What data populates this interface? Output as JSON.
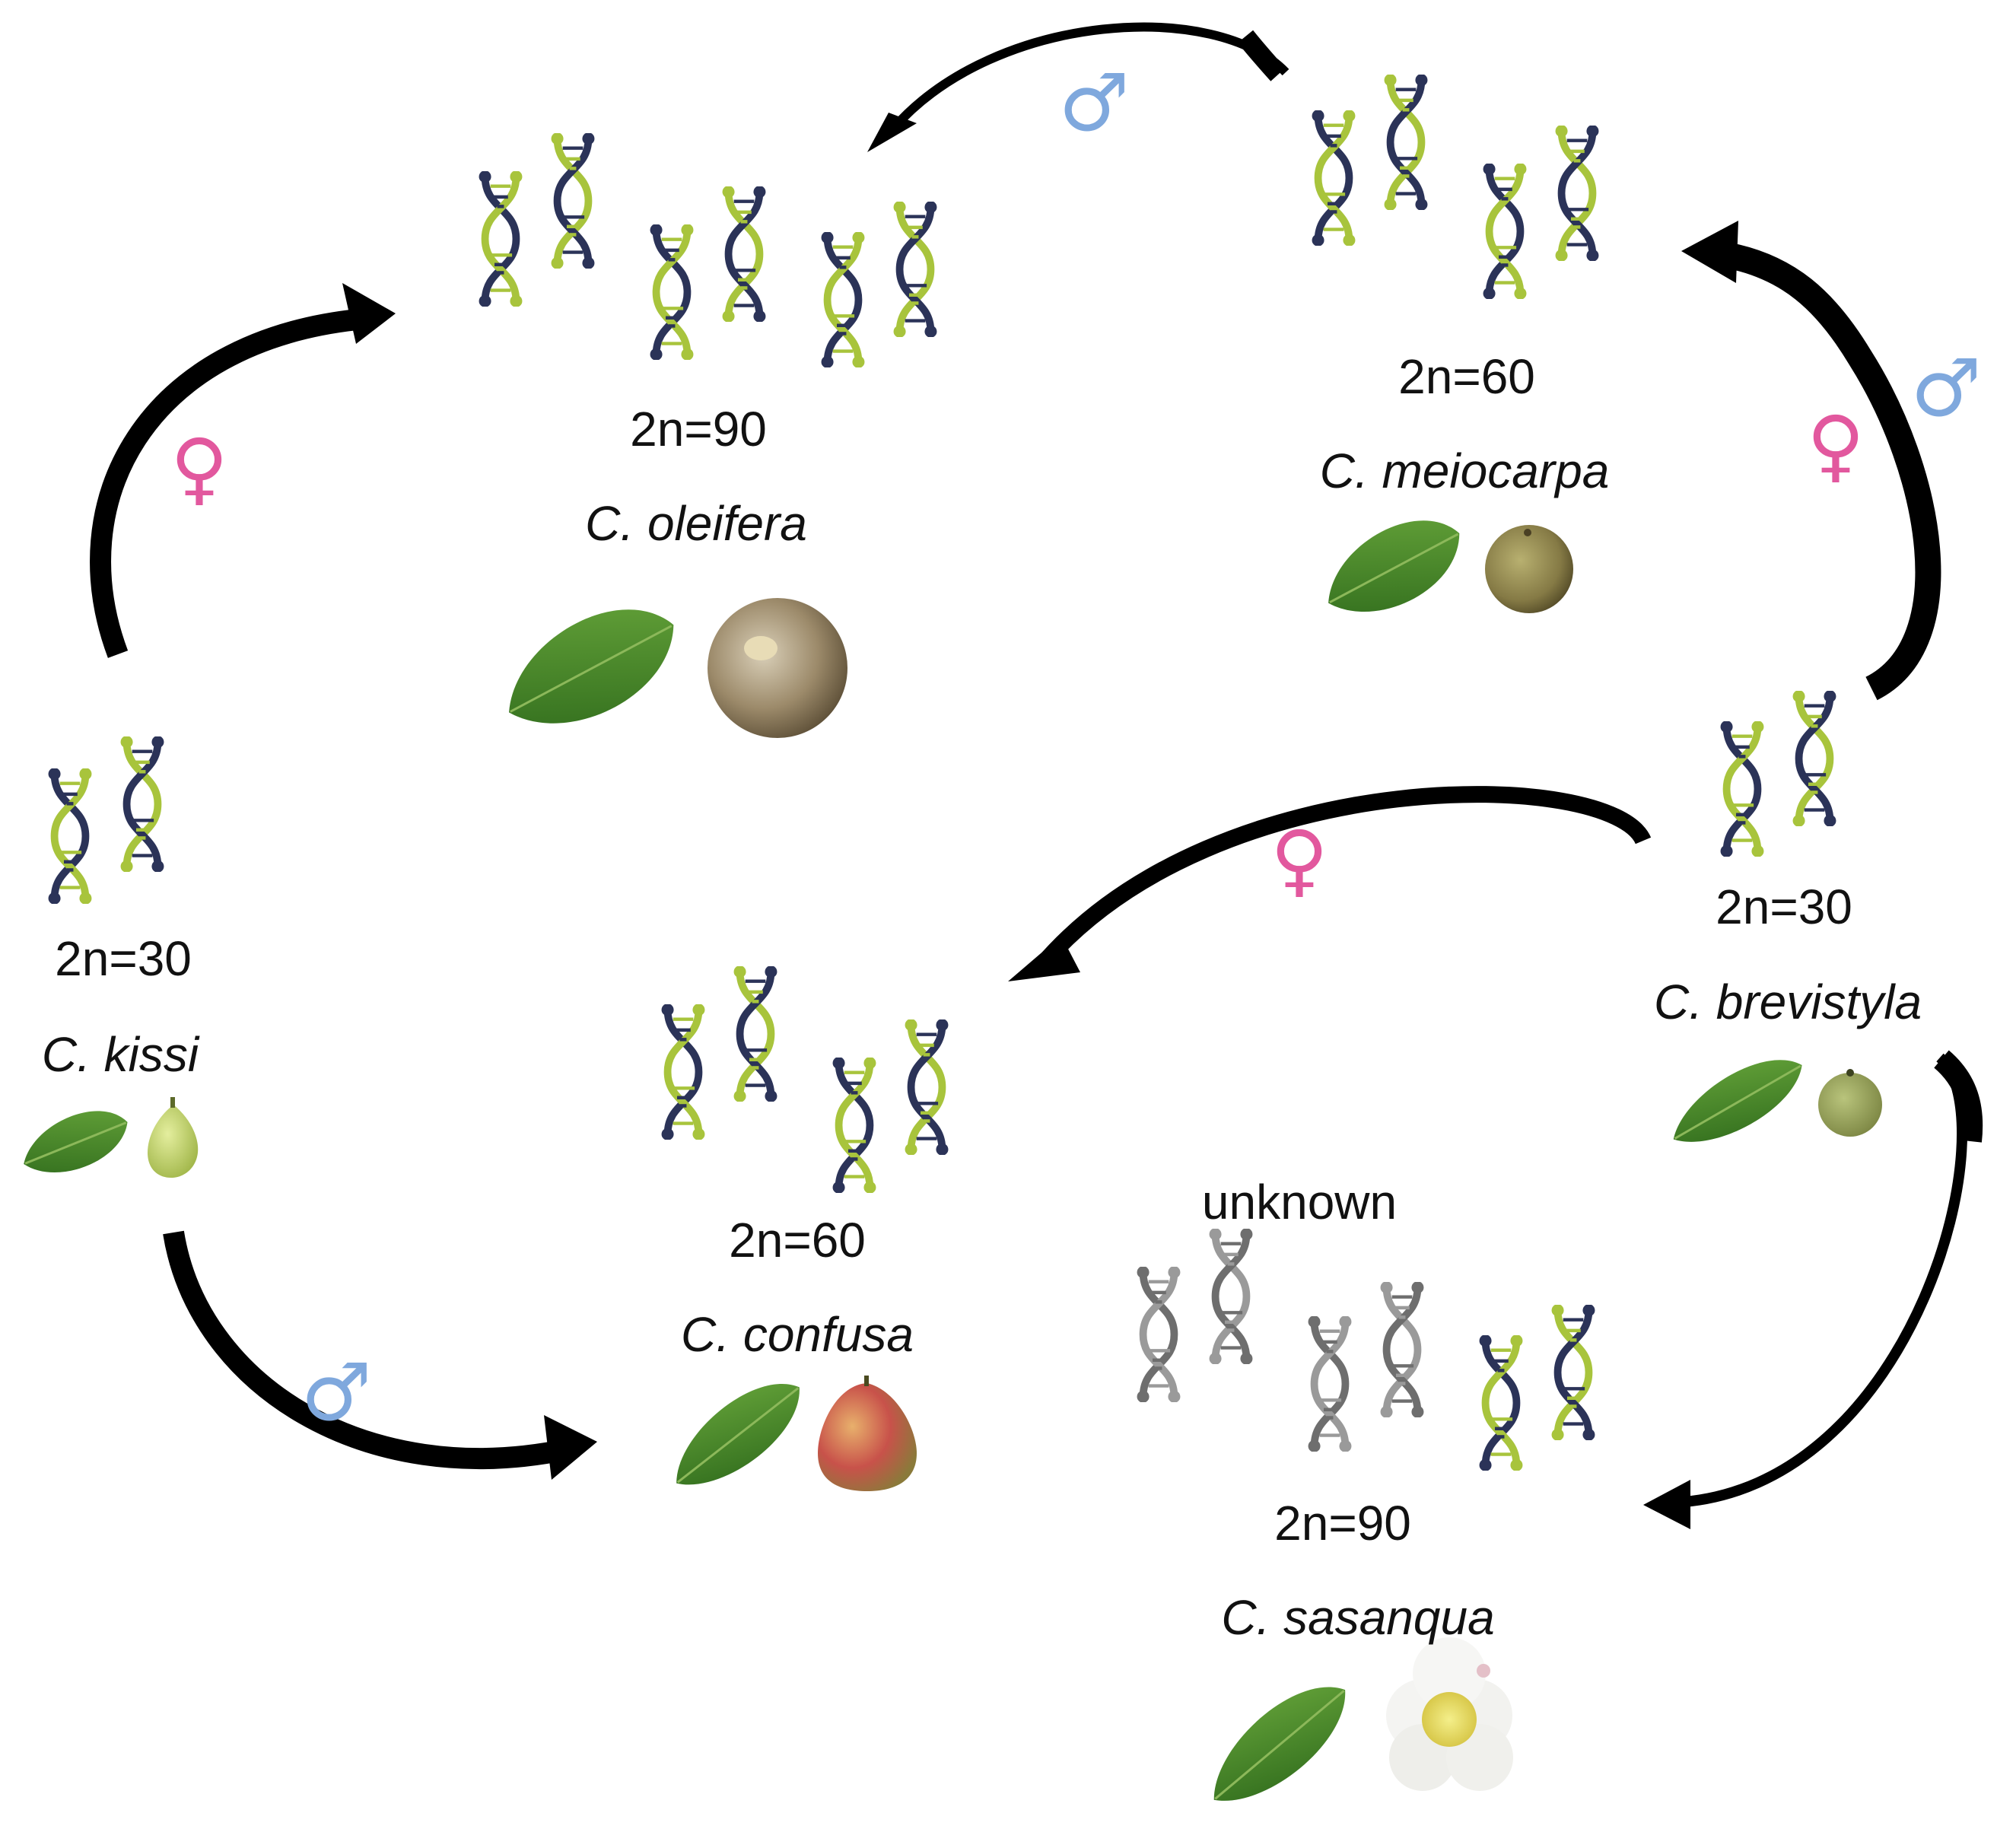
{
  "colors": {
    "strand_navy": "#2b3358",
    "strand_lime": "#a8c43c",
    "strand_grey": "#808080",
    "arrow": "#000000",
    "female": "#e2589e",
    "male": "#7fa8dd",
    "leaf": "#4f8a2b",
    "leaf_dark": "#2e6b1c"
  },
  "symbols": {
    "female": "♀",
    "male": "♂"
  },
  "nodes": {
    "oleifera": {
      "ploidy": "2n=90",
      "species": "C. oleifera",
      "icons": [
        "leaf-icon",
        "fruit-icon"
      ]
    },
    "meiocarpa": {
      "ploidy": "2n=60",
      "species": "C. meiocarpa",
      "icons": [
        "leaf-icon",
        "fruit-icon"
      ]
    },
    "kissi": {
      "ploidy": "2n=30",
      "species": "C. kissi",
      "icons": [
        "leaf-icon",
        "fruit-icon"
      ]
    },
    "brevistyla": {
      "ploidy": "2n=30",
      "species": "C. brevistyla",
      "icons": [
        "leaf-icon",
        "fruit-icon"
      ]
    },
    "confusa": {
      "ploidy": "2n=60",
      "species": "C. confusa",
      "icons": [
        "leaf-icon",
        "fruit-icon"
      ]
    },
    "sasanqua": {
      "ploidy": "2n=90",
      "species": "C. sasanqua",
      "unknown": "unknown",
      "icons": [
        "leaf-icon",
        "flower-icon"
      ]
    }
  },
  "edges": [
    {
      "from": "C. meiocarpa",
      "to": "C. oleifera",
      "parent": "male"
    },
    {
      "from": "C. kissi",
      "to": "C. oleifera",
      "parent": "female"
    },
    {
      "from": "C. brevistyla",
      "to": "C. meiocarpa",
      "parent": "female"
    },
    {
      "from": "C. brevistyla",
      "to": "C. meiocarpa",
      "parent": "male"
    },
    {
      "from": "C. brevistyla",
      "to": "C. confusa",
      "parent": "female"
    },
    {
      "from": "C. kissi",
      "to": "C. confusa",
      "parent": "male"
    },
    {
      "from": "C. brevistyla",
      "to": "C. sasanqua",
      "parent": ""
    }
  ]
}
